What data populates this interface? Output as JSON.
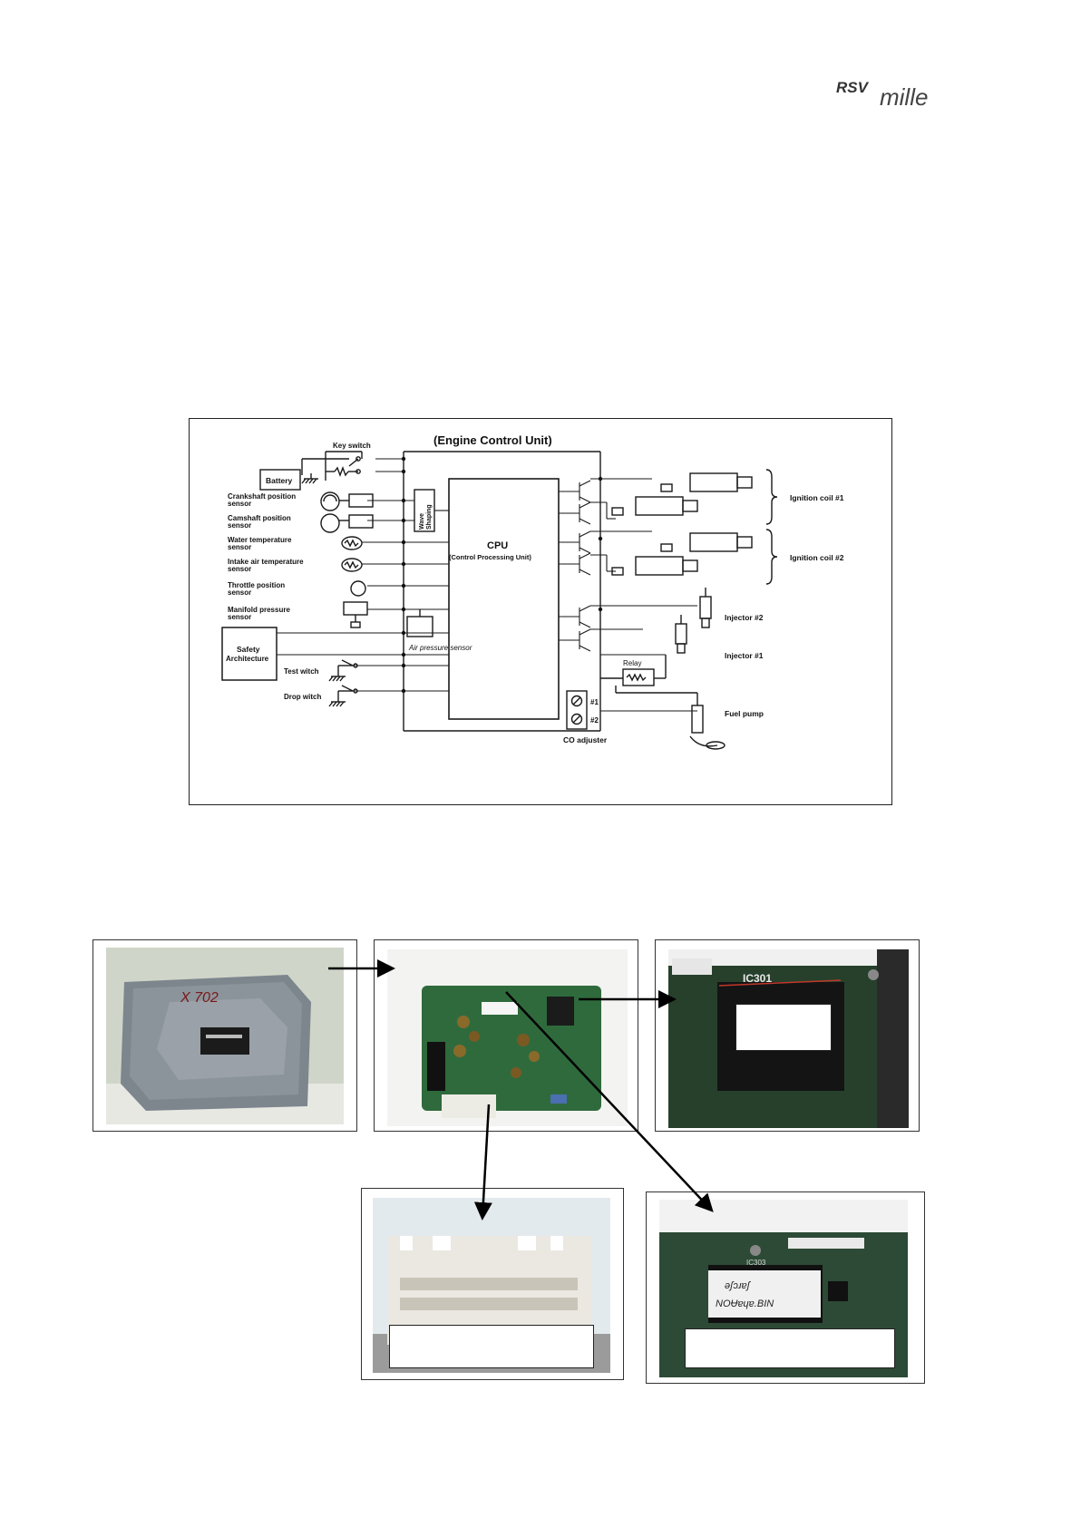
{
  "header": {
    "logo_text_a": "RSV",
    "logo_text_b": "mille"
  },
  "diagram": {
    "title": "(Engine Control Unit)",
    "key_switch": "Key switch",
    "battery": "Battery",
    "crankshaft": [
      "Crankshaft position",
      "sensor"
    ],
    "camshaft": [
      "Camshaft position",
      "sensor"
    ],
    "water_temp": [
      "Water temperature",
      "sensor"
    ],
    "intake_air": [
      "Intake air temperature",
      "sensor"
    ],
    "throttle": [
      "Throttle position",
      "sensor"
    ],
    "manifold": [
      "Manifold pressure",
      "sensor"
    ],
    "safety": [
      "Safety",
      "Architecture"
    ],
    "test_switch": "Test witch",
    "drop_switch": "Drop witch",
    "wave_shaping": [
      "Wave",
      "Shaping"
    ],
    "cpu": "CPU",
    "cpu_sub": "(Control Processing Unit)",
    "air_pressure": "Air pressure sensor",
    "co_adjuster": "CO adjuster",
    "co_1": "#1",
    "co_2": "#2",
    "relay": "Relay",
    "ignition_1": "Ignition coil #1",
    "ignition_2": "Ignition coil #2",
    "injector_2": "Injector #2",
    "injector_1": "Injector #1",
    "fuel_pump": "Fuel pump"
  },
  "photos": {
    "ecu_case_marking": "X 702",
    "ic301_label": "IC301",
    "ic303_label": "IC303",
    "eprom_sticker_line1": "əʃɔɹɐʃ",
    "eprom_sticker_line2": "NOɄɐɥɐ.BIN"
  },
  "colors": {
    "pcb_green": "#2f6a3c",
    "case_grey": "#8b939b",
    "connector_white": "#e8e6e0",
    "chip_black": "#1b1b1b"
  }
}
